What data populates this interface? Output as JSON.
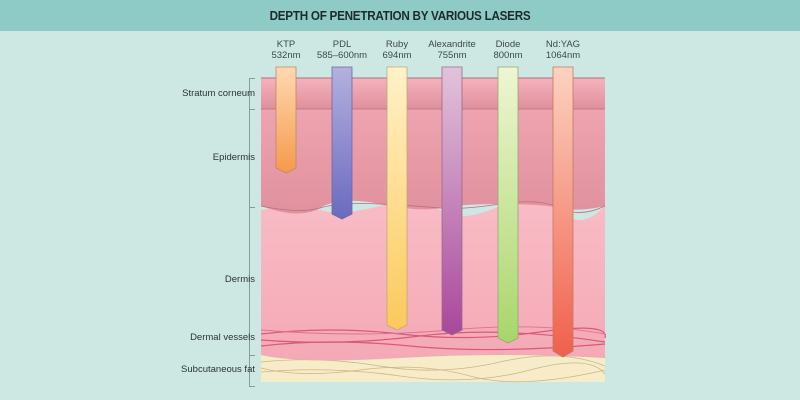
{
  "title": "DEPTH OF PENETRATION BY VARIOUS LASERS",
  "lasers": [
    {
      "name": "KTP",
      "wavelength": "532nm",
      "color_top": "#ffd8b0",
      "color_bottom": "#f59a4a"
    },
    {
      "name": "PDL",
      "wavelength": "585–600nm",
      "color_top": "#b4b0de",
      "color_bottom": "#6a6ac0"
    },
    {
      "name": "Ruby",
      "wavelength": "694nm",
      "color_top": "#fff1c8",
      "color_bottom": "#fcc95a"
    },
    {
      "name": "Alexandrite",
      "wavelength": "755nm",
      "color_top": "#e2c3da",
      "color_bottom": "#a8489a"
    },
    {
      "name": "Diode",
      "wavelength": "800nm",
      "color_top": "#eef6d2",
      "color_bottom": "#a8d66a"
    },
    {
      "name": "Nd:YAG",
      "wavelength": "1064nm",
      "color_top": "#fcd2c0",
      "color_bottom": "#f0604a"
    }
  ],
  "layers": [
    {
      "name": "Stratum corneum"
    },
    {
      "name": "Epidermis"
    },
    {
      "name": "Dermis"
    },
    {
      "name": "Dermal vessels"
    },
    {
      "name": "Subcutaneous fat"
    }
  ],
  "colors": {
    "background": "#cde8e3",
    "header": "#8ecbc6",
    "stratum": "#eda2ae",
    "epidermis": "#e59aa6",
    "dermis": "#f7b3bf",
    "vessel": "#d85a78",
    "fat": "#f6ecc8"
  }
}
